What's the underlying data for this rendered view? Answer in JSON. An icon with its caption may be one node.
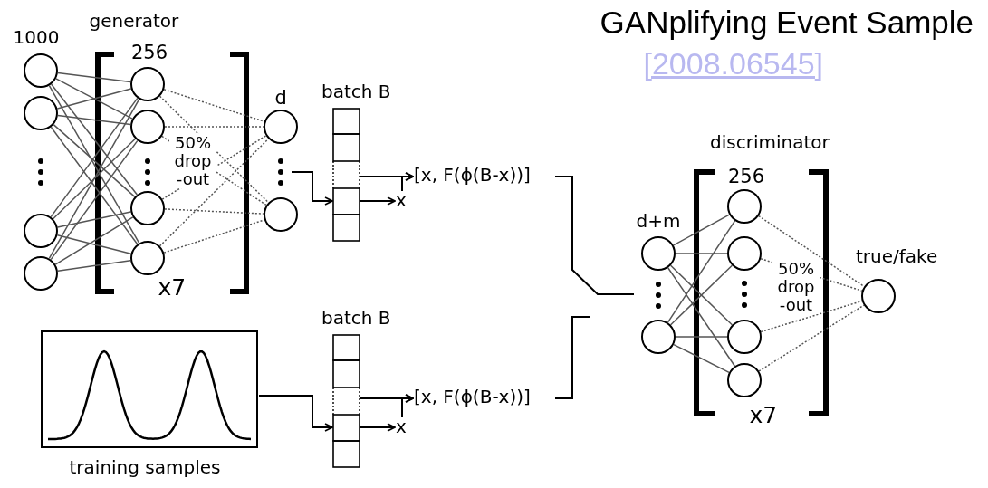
{
  "diagram": {
    "title": "GANplifying Event Sample",
    "nodes": [
      {
        "text": [],
        "shape": "circle"
      },
      {
        "text": [],
        "shape": "circle"
      },
      {
        "text": [],
        "shape": "circle"
      },
      {
        "text": [],
        "shape": "circle"
      },
      {
        "text": [],
        "shape": "circle"
      },
      {
        "text": [],
        "shape": "circle"
      },
      {
        "text": [],
        "shape": "circle"
      },
      {
        "text": [],
        "shape": "circle"
      },
      {
        "text": [],
        "shape": "circle"
      },
      {
        "text": [],
        "shape": "circle"
      },
      {
        "text": [
          "batch B"
        ]
      },
      {
        "text": [
          "[x, F(ϕ(B-x))]"
        ]
      },
      {
        "text": [
          "x"
        ]
      },
      {
        "text": [
          "training samples"
        ]
      },
      {
        "text": [
          "batch B"
        ]
      },
      {
        "text": [
          "[x, F(ϕ(B-x))]"
        ]
      },
      {
        "text": [
          "x"
        ]
      },
      {
        "text": [],
        "shape": "circle"
      },
      {
        "text": [],
        "shape": "circle"
      },
      {
        "text": [],
        "shape": "circle"
      },
      {
        "text": [],
        "shape": "circle"
      },
      {
        "text": [],
        "shape": "circle"
      },
      {
        "text": [],
        "shape": "circle"
      },
      {
        "text": [],
        "shape": "circle",
        "beside": [
          "true/fake"
        ]
      }
    ],
    "edges": [
      {
        "from": 0,
        "to": 4,
        "arrow": "none"
      },
      {
        "from": 0,
        "to": 5,
        "arrow": "none"
      },
      {
        "from": 0,
        "to": 6,
        "arrow": "none"
      },
      {
        "from": 0,
        "to": 7,
        "arrow": "none"
      },
      {
        "from": 1,
        "to": 4,
        "arrow": "none"
      },
      {
        "from": 1,
        "to": 5,
        "arrow": "none"
      },
      {
        "from": 1,
        "to": 6,
        "arrow": "none"
      },
      {
        "from": 1,
        "to": 7,
        "arrow": "none"
      },
      {
        "from": 2,
        "to": 4,
        "arrow": "none"
      },
      {
        "from": 2,
        "to": 5,
        "arrow": "none"
      },
      {
        "from": 2,
        "to": 6,
        "arrow": "none"
      },
      {
        "from": 2,
        "to": 7,
        "arrow": "none"
      },
      {
        "from": 3,
        "to": 4,
        "arrow": "none"
      },
      {
        "from": 3,
        "to": 5,
        "arrow": "none"
      },
      {
        "from": 3,
        "to": 6,
        "arrow": "none"
      },
      {
        "from": 3,
        "to": 7,
        "arrow": "none"
      },
      {
        "from": 4,
        "to": 8,
        "arrow": "none",
        "style": "dashed"
      },
      {
        "from": 4,
        "to": 9,
        "arrow": "none",
        "style": "dashed"
      },
      {
        "from": 5,
        "to": 8,
        "arrow": "none",
        "style": "dashed"
      },
      {
        "from": 5,
        "to": 9,
        "arrow": "none",
        "style": "dashed"
      },
      {
        "from": 6,
        "to": 8,
        "arrow": "none",
        "style": "dashed"
      },
      {
        "from": 6,
        "to": 9,
        "arrow": "none",
        "style": "dashed"
      },
      {
        "from": 7,
        "to": 8,
        "arrow": "none",
        "style": "dashed"
      },
      {
        "from": 7,
        "to": 9,
        "arrow": "none",
        "style": "dashed"
      },
      {
        "from": null,
        "to": 10,
        "arrow": "to",
        "color": "#000000"
      },
      {
        "from": 10,
        "to": 11,
        "arrow": "to",
        "color": "#000000"
      },
      {
        "from": 10,
        "to": 12,
        "arrow": "to",
        "color": "#000000"
      },
      {
        "from": 12,
        "to": 11,
        "arrow": "to",
        "color": "#000000"
      },
      {
        "from": 11,
        "to": null,
        "arrow": "none",
        "color": "#000000"
      },
      {
        "from": 13,
        "to": 14,
        "arrow": "to",
        "color": "#000000"
      },
      {
        "from": 14,
        "to": 15,
        "arrow": "to",
        "color": "#000000"
      },
      {
        "from": 14,
        "to": 16,
        "arrow": "to",
        "color": "#000000"
      },
      {
        "from": 16,
        "to": 15,
        "arrow": "to",
        "color": "#000000"
      },
      {
        "from": 15,
        "to": null,
        "arrow": "none",
        "color": "#000000"
      },
      {
        "from": 17,
        "to": 19,
        "arrow": "none"
      },
      {
        "from": 17,
        "to": 20,
        "arrow": "none"
      },
      {
        "from": 17,
        "to": 21,
        "arrow": "none"
      },
      {
        "from": 17,
        "to": 22,
        "arrow": "none"
      },
      {
        "from": 18,
        "to": 19,
        "arrow": "none"
      },
      {
        "from": 18,
        "to": 20,
        "arrow": "none"
      },
      {
        "from": 18,
        "to": 21,
        "arrow": "none"
      },
      {
        "from": 18,
        "to": 22,
        "arrow": "none"
      },
      {
        "from": 19,
        "to": 23,
        "arrow": "none",
        "style": "dashed"
      },
      {
        "from": 20,
        "to": 23,
        "arrow": "none",
        "style": "dashed"
      },
      {
        "from": 21,
        "to": 23,
        "arrow": "none",
        "style": "dashed"
      },
      {
        "from": 22,
        "to": 23,
        "arrow": "none",
        "style": "dashed"
      }
    ],
    "labels": [
      "[2008.06545]",
      "generator",
      "1000",
      "256",
      "50% drop -out",
      "x7",
      "d",
      "discriminator",
      "d+m",
      "256",
      "50% drop -out",
      "x7"
    ]
  }
}
